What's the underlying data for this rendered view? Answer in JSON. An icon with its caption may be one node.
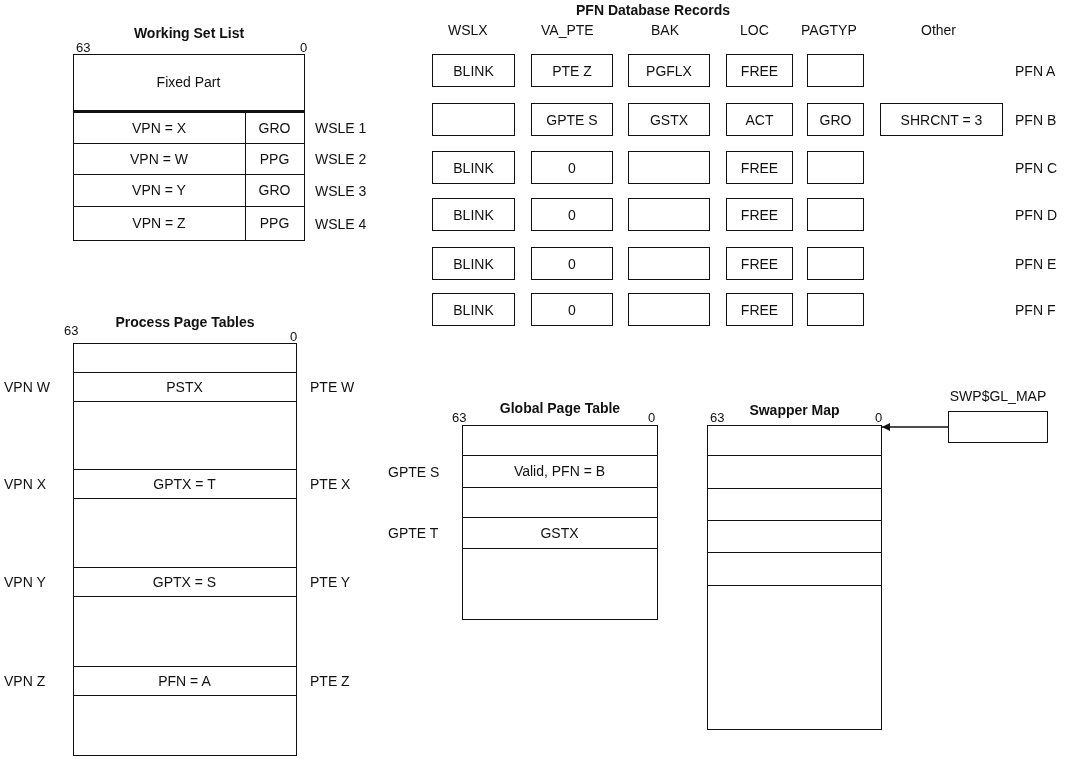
{
  "diagram": {
    "nodes": [
      {
        "text": [
          "Working Set List"
        ]
      },
      {
        "text": [
          "Fixed Part"
        ],
        "in": 0
      },
      {
        "text": [
          "VPN = X"
        ],
        "in": 0
      },
      {
        "text": [
          "GRO"
        ],
        "in": 0,
        "beside": [
          "WSLE 1"
        ]
      },
      {
        "text": [
          "VPN = W"
        ],
        "in": 0
      },
      {
        "text": [
          "PPG"
        ],
        "in": 0,
        "beside": [
          "WSLE 2"
        ]
      },
      {
        "text": [
          "VPN = Y"
        ],
        "in": 0
      },
      {
        "text": [
          "GRO"
        ],
        "in": 0,
        "beside": [
          "WSLE 3"
        ]
      },
      {
        "text": [
          "VPN = Z"
        ],
        "in": 0
      },
      {
        "text": [
          "PPG"
        ],
        "in": 0,
        "beside": [
          "WSLE 4"
        ]
      },
      {
        "text": [
          "BLINK"
        ]
      },
      {
        "text": [
          "PTE Z"
        ]
      },
      {
        "text": [
          "PGFLX"
        ]
      },
      {
        "text": [
          "FREE"
        ]
      },
      {
        "text": [],
        "shape": "box"
      },
      {
        "text": [],
        "shape": "box"
      },
      {
        "text": [
          "GPTE S"
        ]
      },
      {
        "text": [
          "GSTX"
        ]
      },
      {
        "text": [
          "ACT"
        ]
      },
      {
        "text": [
          "GRO"
        ]
      },
      {
        "text": [
          "SHRCNT = 3"
        ]
      },
      {
        "text": [
          "BLINK"
        ]
      },
      {
        "text": [
          "0"
        ]
      },
      {
        "text": [],
        "shape": "box"
      },
      {
        "text": [
          "FREE"
        ]
      },
      {
        "text": [],
        "shape": "box"
      },
      {
        "text": [
          "BLINK"
        ]
      },
      {
        "text": [
          "0"
        ]
      },
      {
        "text": [],
        "shape": "box"
      },
      {
        "text": [
          "FREE"
        ]
      },
      {
        "text": [],
        "shape": "box"
      },
      {
        "text": [
          "BLINK"
        ]
      },
      {
        "text": [
          "0"
        ]
      },
      {
        "text": [],
        "shape": "box"
      },
      {
        "text": [
          "FREE"
        ]
      },
      {
        "text": [],
        "shape": "box"
      },
      {
        "text": [
          "BLINK"
        ]
      },
      {
        "text": [
          "0"
        ]
      },
      {
        "text": [],
        "shape": "box"
      },
      {
        "text": [
          "FREE"
        ]
      },
      {
        "text": [],
        "shape": "box"
      },
      {
        "text": [
          "Process Page Tables"
        ]
      },
      {
        "text": [
          "PSTX"
        ],
        "in": 41,
        "beside": [
          "VPN W",
          "PTE W"
        ]
      },
      {
        "text": [
          "GPTX = T"
        ],
        "in": 41,
        "beside": [
          "VPN X",
          "PTE X"
        ]
      },
      {
        "text": [
          "GPTX = S"
        ],
        "in": 41,
        "beside": [
          "VPN Y",
          "PTE Y"
        ]
      },
      {
        "text": [
          "PFN = A"
        ],
        "in": 41,
        "beside": [
          "VPN Z",
          "PTE Z"
        ]
      },
      {
        "text": [
          "Global Page Table"
        ]
      },
      {
        "text": [
          "Valid, PFN = B"
        ],
        "in": 46,
        "beside": [
          "GPTE S"
        ]
      },
      {
        "text": [
          "GSTX"
        ],
        "in": 46,
        "beside": [
          "GPTE T"
        ]
      },
      {
        "text": [
          "Swapper Map"
        ]
      },
      {
        "text": [
          "SWP$GL_MAP"
        ]
      }
    ],
    "edges": [
      {
        "from": 50,
        "to": 49,
        "arrow": "to"
      }
    ],
    "labels": [
      "63",
      "0",
      "PFN Database Records",
      "WSLX",
      "VA_PTE",
      "BAK",
      "LOC",
      "PAGTYP",
      "Other",
      "PFN A",
      "PFN B",
      "PFN C",
      "PFN D",
      "PFN E",
      "PFN F",
      "63",
      "0",
      "63",
      "0",
      "63",
      "0"
    ]
  }
}
